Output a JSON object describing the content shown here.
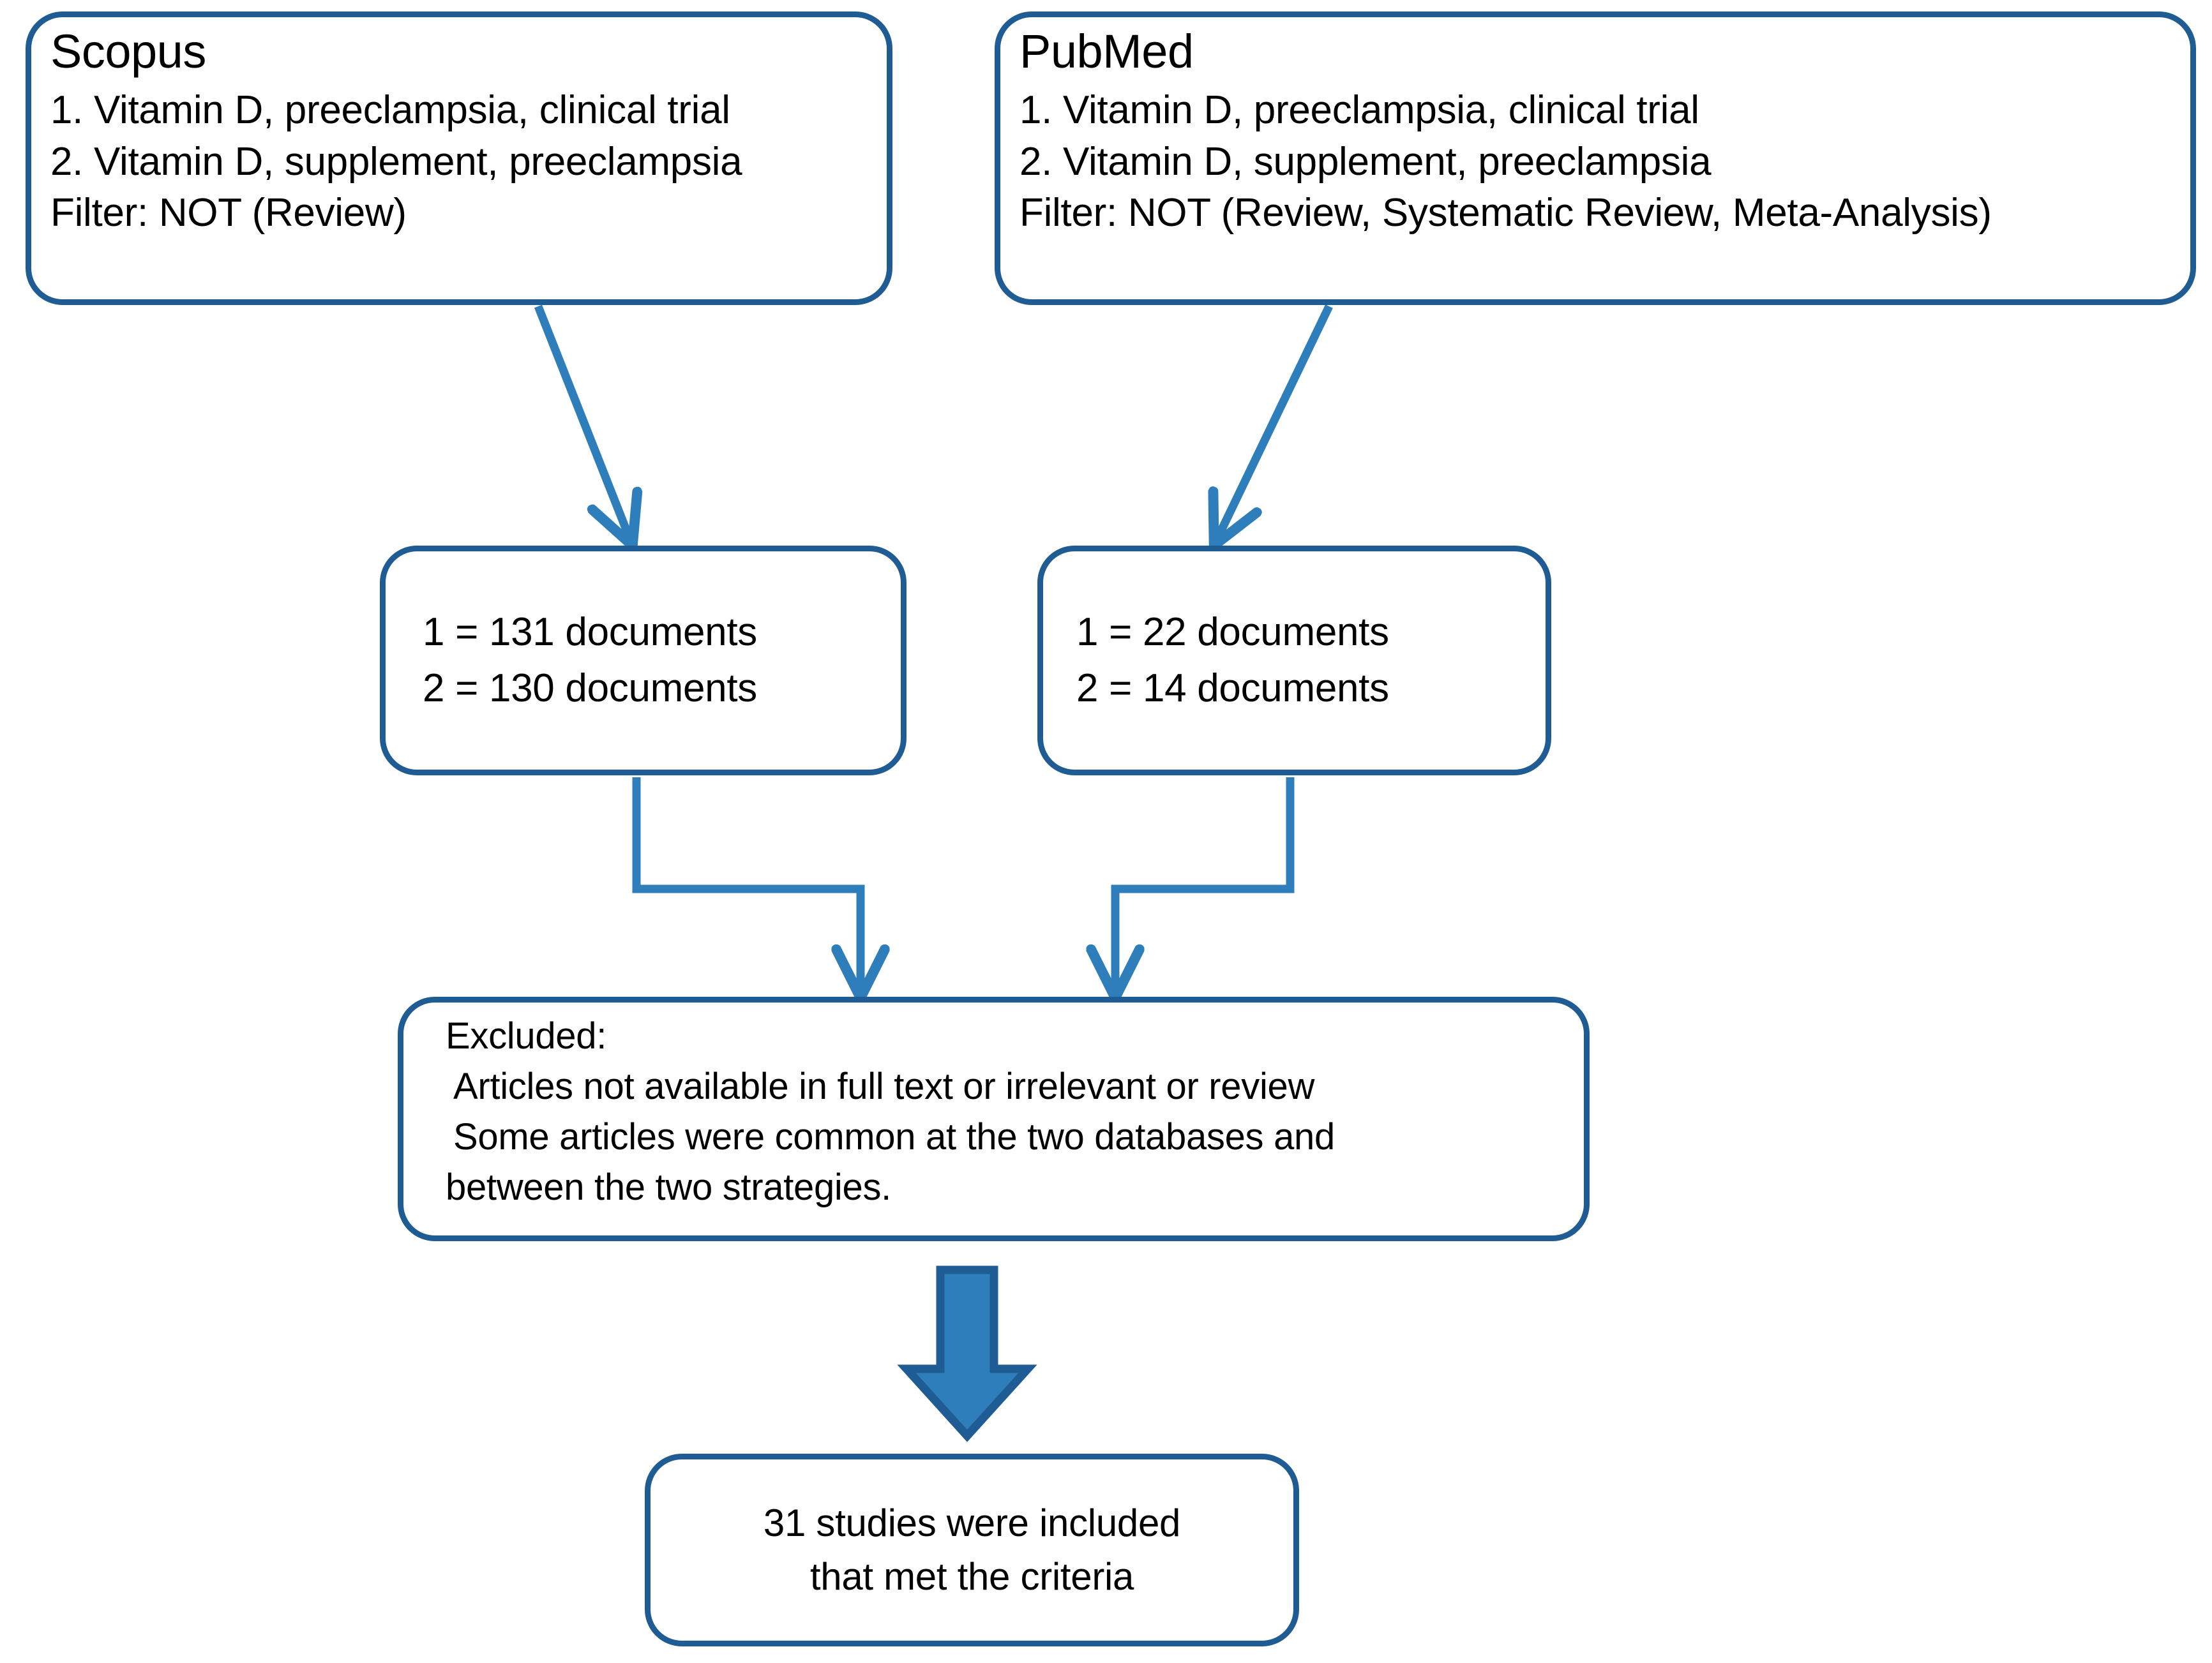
{
  "diagram": {
    "type": "flowchart",
    "title_present": false,
    "colors": {
      "box_border": "#1F5C93",
      "box_fill": "#FFFFFF",
      "connector": "#2E7EBB",
      "block_arrow_fill": "#2E7EBB",
      "block_arrow_outline": "#1F5C93",
      "text": "#000000",
      "background": "#FFFFFF"
    }
  },
  "sources": [
    {
      "id": "scopus",
      "title": "Scopus",
      "queries": [
        "1. Vitamin D, preeclampsia, clinical trial",
        "2. Vitamin D, supplement, preeclampsia"
      ],
      "filter": "Filter: NOT (Review)"
    },
    {
      "id": "pubmed",
      "title": "PubMed",
      "queries": [
        "1. Vitamin D, preeclampsia, clinical trial",
        "2. Vitamin D, supplement, preeclampsia"
      ],
      "filter": "Filter: NOT (Review, Systematic Review, Meta-Analysis)"
    }
  ],
  "results": [
    {
      "id": "scopus-results",
      "lines": [
        "1 = 131 documents",
        "2 = 130 documents"
      ],
      "counts": {
        "strategy_1": 131,
        "strategy_2": 130
      }
    },
    {
      "id": "pubmed-results",
      "lines": [
        "1 = 22 documents",
        "2 = 14 documents"
      ],
      "counts": {
        "strategy_1": 22,
        "strategy_2": 14
      }
    }
  ],
  "excluded": {
    "heading": "Excluded:",
    "lines": [
      "Articles not available in full text or irrelevant or review",
      "Some articles were common at the two databases and",
      "between the two strategies."
    ]
  },
  "included": {
    "lines": [
      "31 studies were included",
      "that met the criteria"
    ],
    "count": 31
  }
}
